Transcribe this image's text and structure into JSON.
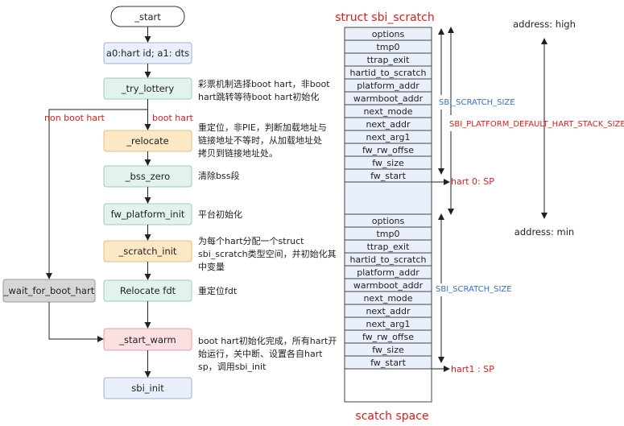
{
  "flow": {
    "start": "_start",
    "a0": "a0:hart id; a1: dts",
    "try_lottery": "_try_lottery",
    "relocate": "_relocate",
    "bss_zero": "_bss_zero",
    "fw_platform_init": "fw_platform_init",
    "scratch_init": "_scratch_init",
    "relocate_fdt": "Relocate fdt",
    "start_warm": "_start_warm",
    "sbi_init": "sbi_init",
    "wait_for_boot_hart": "_wait_for_boot_hart",
    "non_boot_hart": "non boot hart",
    "boot_hart": "boot hart"
  },
  "notes": {
    "try_lottery": [
      "彩票机制选择boot hart，非boot",
      "hart跳转等待boot hart初始化"
    ],
    "relocate": [
      "重定位，非PIE，判断加载地址与",
      "链接地址不等时，从加载地址处",
      "拷贝到链接地址处。"
    ],
    "bss_zero": [
      "清除bss段"
    ],
    "fw_platform_init": [
      "平台初始化"
    ],
    "scratch_init": [
      "为每个hart分配一个struct",
      "sbi_scratch类型空间，并初始化其",
      "中变量"
    ],
    "relocate_fdt": [
      "重定位fdt"
    ],
    "start_warm": [
      "boot hart初始化完成，所有hart开",
      "始运行，关中断、设置各自hart",
      "sp，调用sbi_init"
    ]
  },
  "scratch": {
    "title": "struct sbi_scratch",
    "fields": [
      "options",
      "tmp0",
      "ttrap_exit",
      "hartid_to_scratch",
      "platform_addr",
      "warmboot_addr",
      "next_mode",
      "next_addr",
      "next_arg1",
      "fw_rw_offse",
      "fw_size",
      "fw_start"
    ],
    "size_label": "SBI_SCRATCH_SIZE",
    "stack_size_label": "SBI_PLATFORM_DEFAULT_HART_STACK_SIZE",
    "hart0_sp": "hart 0: SP",
    "hart1_sp": "hart1 : SP",
    "bottom_label": "scatch space",
    "addr_high": "address: high",
    "addr_min": "address: min"
  },
  "colors": {
    "blue_box": "#e9effb",
    "green_box": "#e2f3ee",
    "orange_box": "#fce8c4",
    "pink_box": "#fbdfe1",
    "grey_box": "#d6d6d6",
    "field_fill": "#e9effb",
    "label_blue": "#3a6fc2",
    "label_red": "#d22020"
  }
}
